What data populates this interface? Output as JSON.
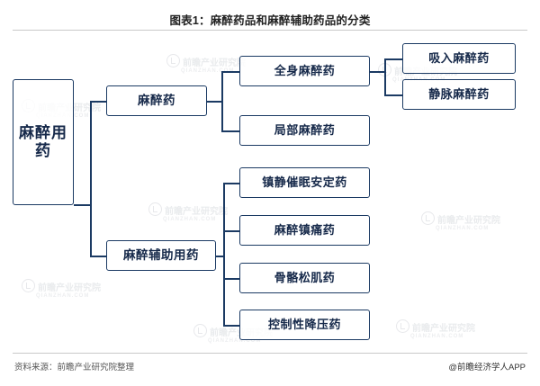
{
  "title": "图表1：麻醉药品和麻醉辅助药品的分类",
  "footer": {
    "source": "资料来源：前瞻产业研究院整理",
    "brand": "@前瞻经济学人APP"
  },
  "watermark": {
    "text": "前瞻产业研究院",
    "sub": "QIANZHAN.COM"
  },
  "diagram": {
    "type": "tree",
    "root": {
      "label": "麻醉用药"
    },
    "branches": [
      {
        "label": "麻醉药",
        "children": [
          {
            "label": "全身麻醉药",
            "children": [
              {
                "label": "吸入麻醉药"
              },
              {
                "label": "静脉麻醉药"
              }
            ]
          },
          {
            "label": "局部麻醉药",
            "children": []
          }
        ]
      },
      {
        "label": "麻醉辅助用药",
        "children": [
          {
            "label": "镇静催眠安定药",
            "children": []
          },
          {
            "label": "麻醉镇痛药",
            "children": []
          },
          {
            "label": "骨骼松肌药",
            "children": []
          },
          {
            "label": "控制性降压药",
            "children": []
          }
        ]
      }
    ],
    "colors": {
      "border": "#1b3a63",
      "text": "#16294a",
      "background": "#ffffff"
    }
  }
}
